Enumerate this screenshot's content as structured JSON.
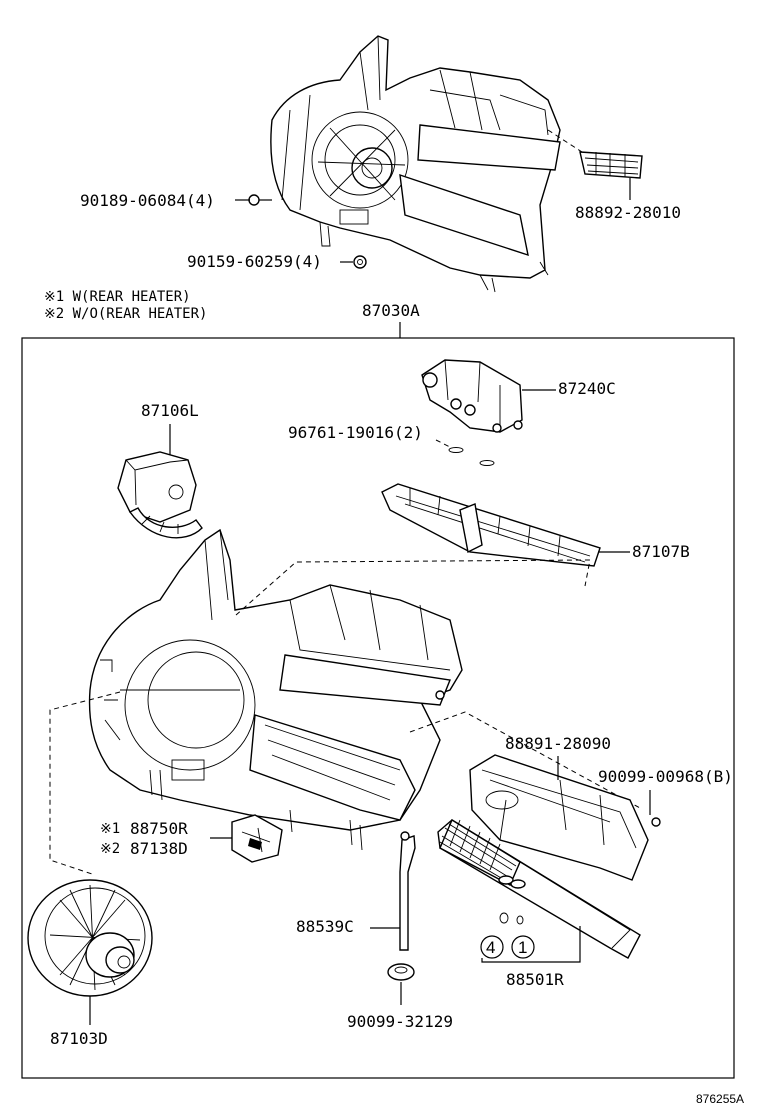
{
  "parts": {
    "screw_90189": "90189-06084(4)",
    "screw_90159": "90159-60259(4)",
    "sub_88892": "88892-28010",
    "assy_87030a": "87030A",
    "valve_87240c": "87240C",
    "grommet_96761": "96761-19016(2)",
    "servo_87106l": "87106L",
    "evap_87107b": "87107B",
    "amp_88891": "88891-28090",
    "screw_90099_00968": "90099-00968(B)",
    "resistor_88750r": "88750R",
    "resistor_87138d": "87138D",
    "hose_88539c": "88539C",
    "grommet_90099_32129": "90099-32129",
    "evap_88501r": "88501R",
    "motor_87103d": "87103D"
  },
  "notes": {
    "note1": "※1 W(REAR HEATER)",
    "note2": "※2 W/O(REAR HEATER)",
    "mark1": "※1",
    "mark2": "※2"
  },
  "circle_marks": {
    "c4": "4",
    "c1": "1"
  },
  "diagram_ref": "876255A"
}
